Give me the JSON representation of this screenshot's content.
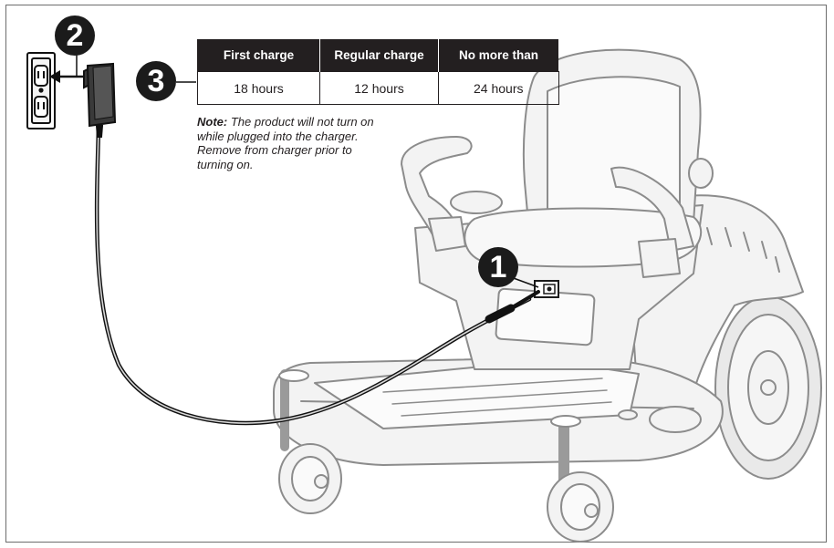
{
  "callouts": {
    "one": "1",
    "two": "2",
    "three": "3"
  },
  "charge_table": {
    "headers": [
      "First charge",
      "Regular charge",
      "No more than"
    ],
    "values": [
      "18 hours",
      "12 hours",
      "24 hours"
    ]
  },
  "note": {
    "label": "Note:",
    "text": " The product will not turn on while plugged into the charger.  Remove from charger prior to turning on."
  },
  "colors": {
    "callout_fill": "#1b1b1b",
    "table_header_fill": "#231f20",
    "illustration_stroke": "#8a8a8a",
    "illustration_fill": "#f2f2f2"
  },
  "icons": [
    "wall-outlet-icon",
    "charger-adapter-icon",
    "charging-cable-icon",
    "riding-mower-illustration",
    "charging-port-icon"
  ]
}
